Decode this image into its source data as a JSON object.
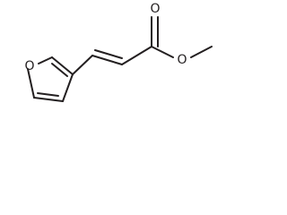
{
  "molecule": {
    "atoms": {
      "ring_oxygen": "O",
      "carbonyl_oxygen": "O",
      "ester_oxygen": "O"
    }
  },
  "style": {
    "bond_color": "#231f20",
    "background": "#ffffff"
  }
}
